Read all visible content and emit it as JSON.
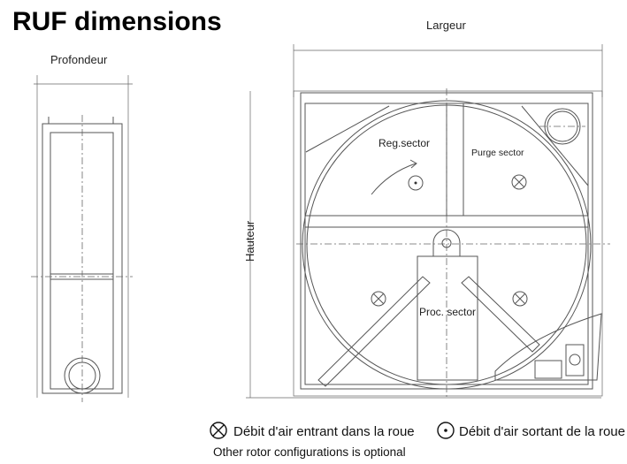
{
  "title": "RUF dimensions",
  "labels": {
    "width": "Largeur",
    "depth": "Profondeur",
    "height": "Hauteur",
    "reg_sector": "Reg.sector",
    "purge_sector": "Purge sector",
    "proc_sector": "Proc. sector"
  },
  "legend": {
    "inflow": "Débit d'air entrant dans la roue",
    "outflow": "Débit d'air sortant de la roue",
    "note": "Other rotor configurations is optional"
  }
}
